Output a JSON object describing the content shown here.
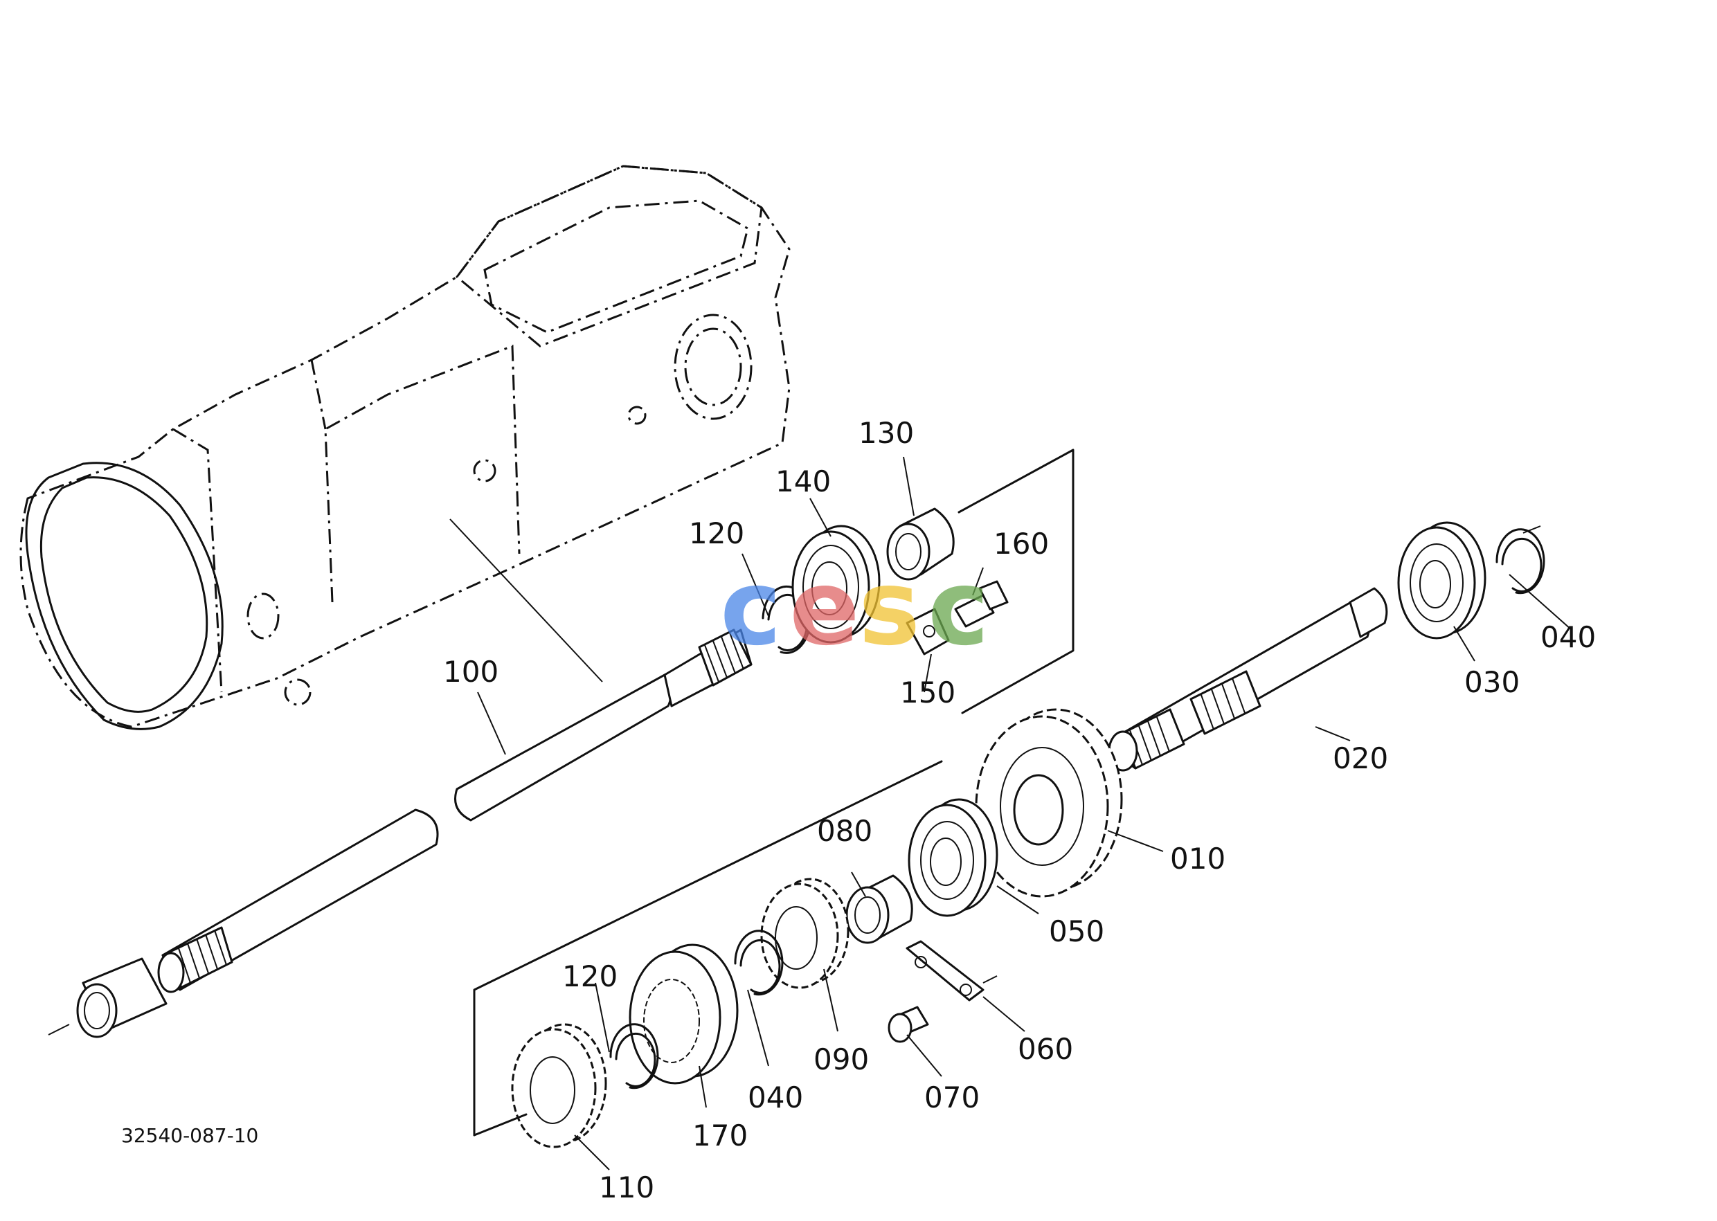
{
  "diagram_id": "32540-087-10",
  "watermark_text": "cesc",
  "watermark_colors": [
    "#4a86e8",
    "#e06666",
    "#f1c232",
    "#6aa84f"
  ],
  "callouts": {
    "c010": "010",
    "c020": "020",
    "c030": "030",
    "c040_top": "040",
    "c040_bottom": "040",
    "c050": "050",
    "c060": "060",
    "c070": "070",
    "c080": "080",
    "c090": "090",
    "c100": "100",
    "c110": "110",
    "c120_top": "120",
    "c120_bottom": "120",
    "c130": "130",
    "c140": "140",
    "c150": "150",
    "c160": "160",
    "c170": "170"
  }
}
